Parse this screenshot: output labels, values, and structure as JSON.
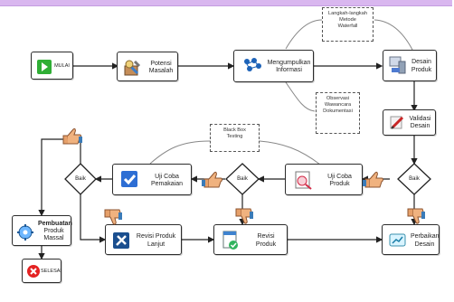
{
  "diagram": {
    "start": "MULAI",
    "potensi_masalah": [
      "Potensi",
      "Masalah"
    ],
    "mengumpulkan_informasi": [
      "Mengumpulkan",
      "Informasi"
    ],
    "desain_produk": [
      "Desain",
      "Produk"
    ],
    "validasi_desain": [
      "Validasi",
      "Desain"
    ],
    "uji_coba_produk": [
      "Uji Coba",
      "Produk"
    ],
    "uji_coba_pemakaian": [
      "Uji Coba",
      "Pemakaian"
    ],
    "pembuatan_produk_massal": [
      "Pembuatan",
      "Produk",
      "Massal"
    ],
    "selesai": "SELESAI",
    "revisi_produk_lanjut": [
      "Revisi Produk",
      "Lanjut"
    ],
    "revisi_produk": [
      "Revisi",
      "Produk"
    ],
    "perbaikan_desain": [
      "Perbaikan",
      "Desain"
    ],
    "baik": "Baik",
    "note_top": [
      "Langkah-langkah",
      "Metode",
      "Waterfall"
    ],
    "note_middle": [
      "Black Box",
      "Testing"
    ],
    "note_bottom": [
      "Observasi",
      "Wawancara",
      "Dokumentasi"
    ]
  },
  "colors": {
    "node_border": "#2c2c2c",
    "start_green": "#2fae35",
    "stop_red": "#e42222",
    "blue": "#1d63b8",
    "tan": "#c58d58"
  }
}
